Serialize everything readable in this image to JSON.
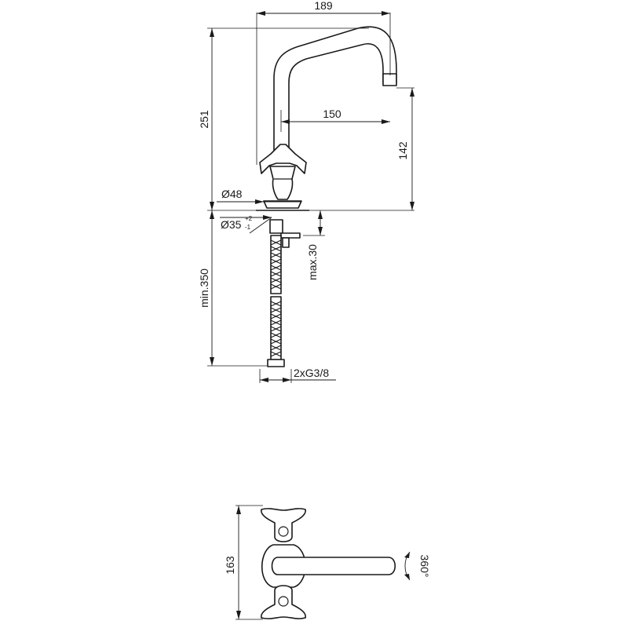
{
  "dimensions": {
    "spout_reach_total": "189",
    "spout_reach_from_axis": "150",
    "total_height": "251",
    "spout_outlet_height": "142",
    "base_diameter": "Ø48",
    "hole_diameter": "Ø35",
    "hole_tolerance_upper": "+2",
    "hole_tolerance_lower": "-1",
    "max_deck_thickness": "max.30",
    "min_hose_length": "min.350",
    "connection_thread": "2xG3/8",
    "top_view_width": "163",
    "spout_rotation": "360°"
  }
}
